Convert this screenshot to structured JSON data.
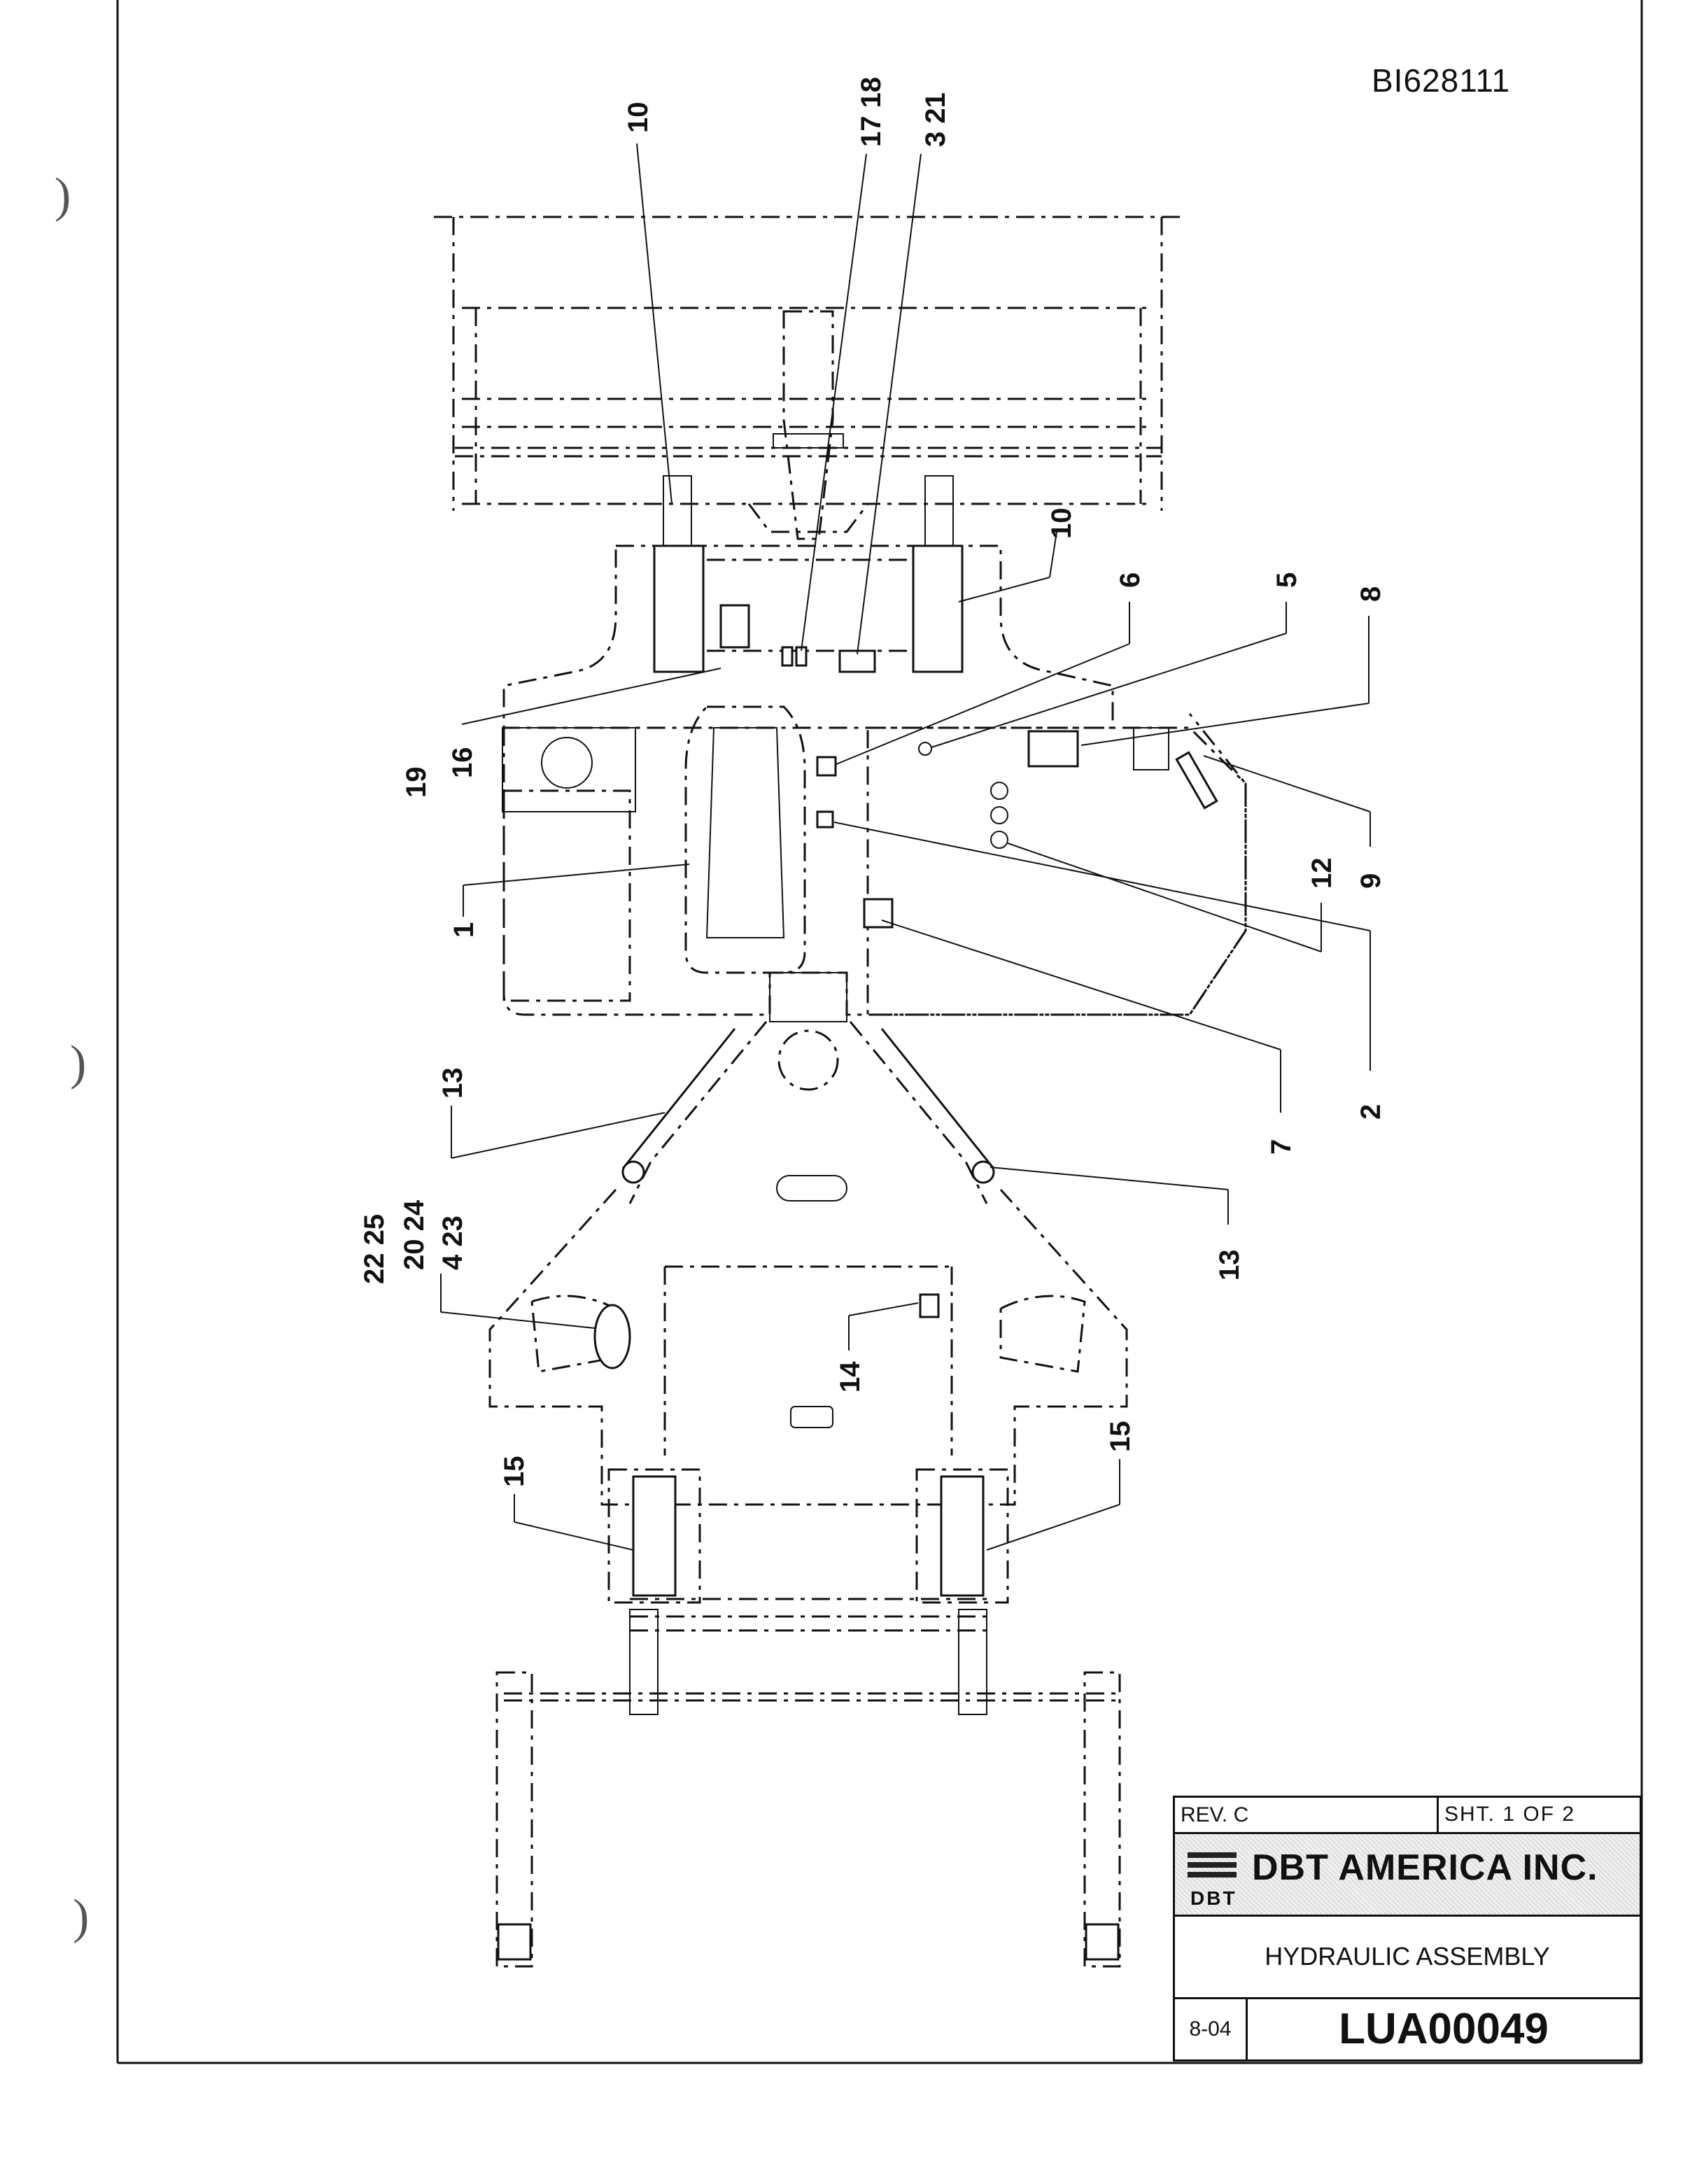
{
  "document_id": "BI628111",
  "callouts": [
    "10",
    "17 18",
    "3 21",
    "10",
    "6",
    "5",
    "8",
    "19",
    "16",
    "1",
    "12",
    "9",
    "2",
    "7",
    "13",
    "22 25",
    "20 24",
    "4 23",
    "13",
    "14",
    "15",
    "15"
  ],
  "title_block": {
    "revision": "REV. C",
    "sheet": "SHT. 1 OF 2",
    "company": "DBT AMERICA INC.",
    "company_abbr": "DBT",
    "drawing_title": "HYDRAULIC ASSEMBLY",
    "date": "8-04",
    "drawing_number": "LUA00049"
  }
}
